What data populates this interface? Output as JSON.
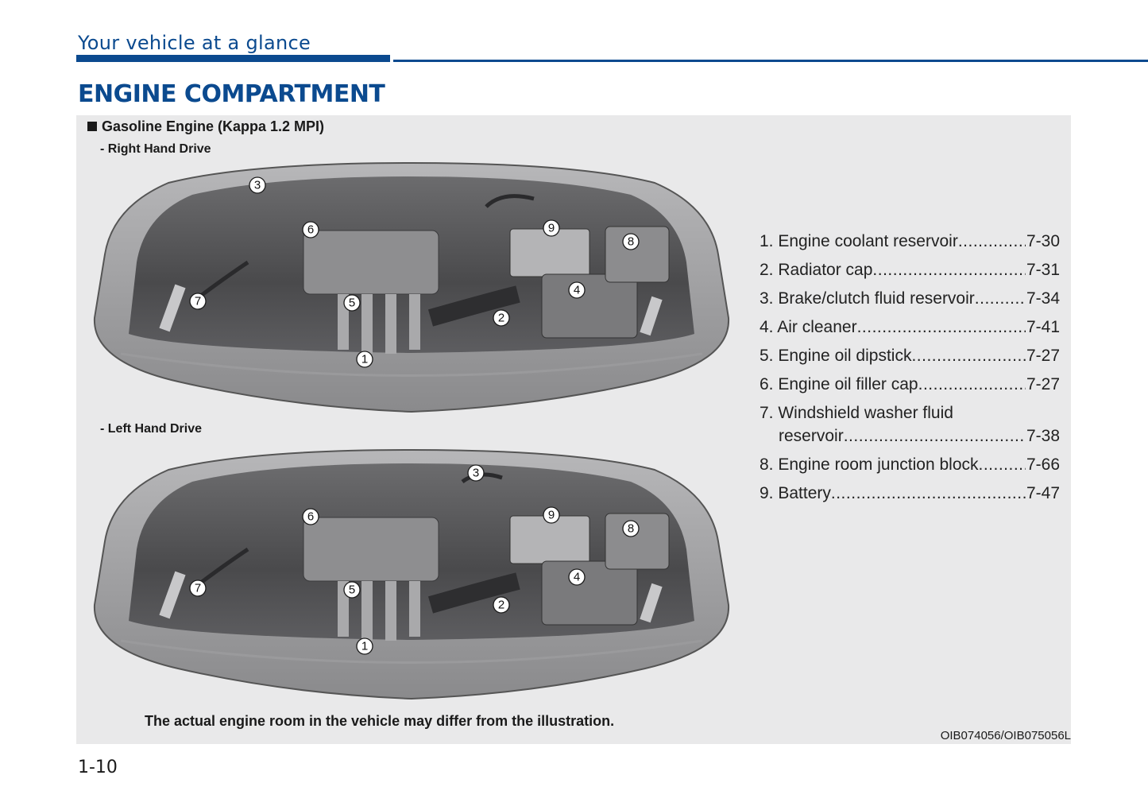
{
  "header": {
    "section": "Your vehicle at a glance"
  },
  "title": "ENGINE COMPARTMENT",
  "engine_label": "Gasoline Engine (Kappa 1.2 MPI)",
  "drives": [
    {
      "label": "- Right Hand Drive",
      "callouts": [
        "1",
        "2",
        "3",
        "4",
        "5",
        "6",
        "7",
        "8",
        "9"
      ]
    },
    {
      "label": "- Left Hand Drive",
      "callouts": [
        "1",
        "2",
        "3",
        "4",
        "5",
        "6",
        "7",
        "8",
        "9"
      ]
    }
  ],
  "legend": [
    {
      "text": "1. Engine coolant reservoir",
      "page": "7-30"
    },
    {
      "text": "2. Radiator cap ",
      "page": "7-31"
    },
    {
      "text": "3. Brake/clutch fluid reservoir ",
      "page": "7-34"
    },
    {
      "text": "4. Air cleaner  ",
      "page": "7-41"
    },
    {
      "text": "5. Engine oil dipstick",
      "page": "7-27"
    },
    {
      "text": "6. Engine oil filler cap ",
      "page": "7-27"
    },
    {
      "text": "7. Windshield washer fluid",
      "text2": "reservoir ",
      "page": "7-38"
    },
    {
      "text": "8. Engine room junction block  ",
      "page": "7-66"
    },
    {
      "text": "9. Battery  ",
      "page": "7-47"
    }
  ],
  "note": "The actual engine room in the vehicle may differ from the illustration.",
  "image_code": "OIB074056/OIB075056L",
  "page_number": "1-10"
}
